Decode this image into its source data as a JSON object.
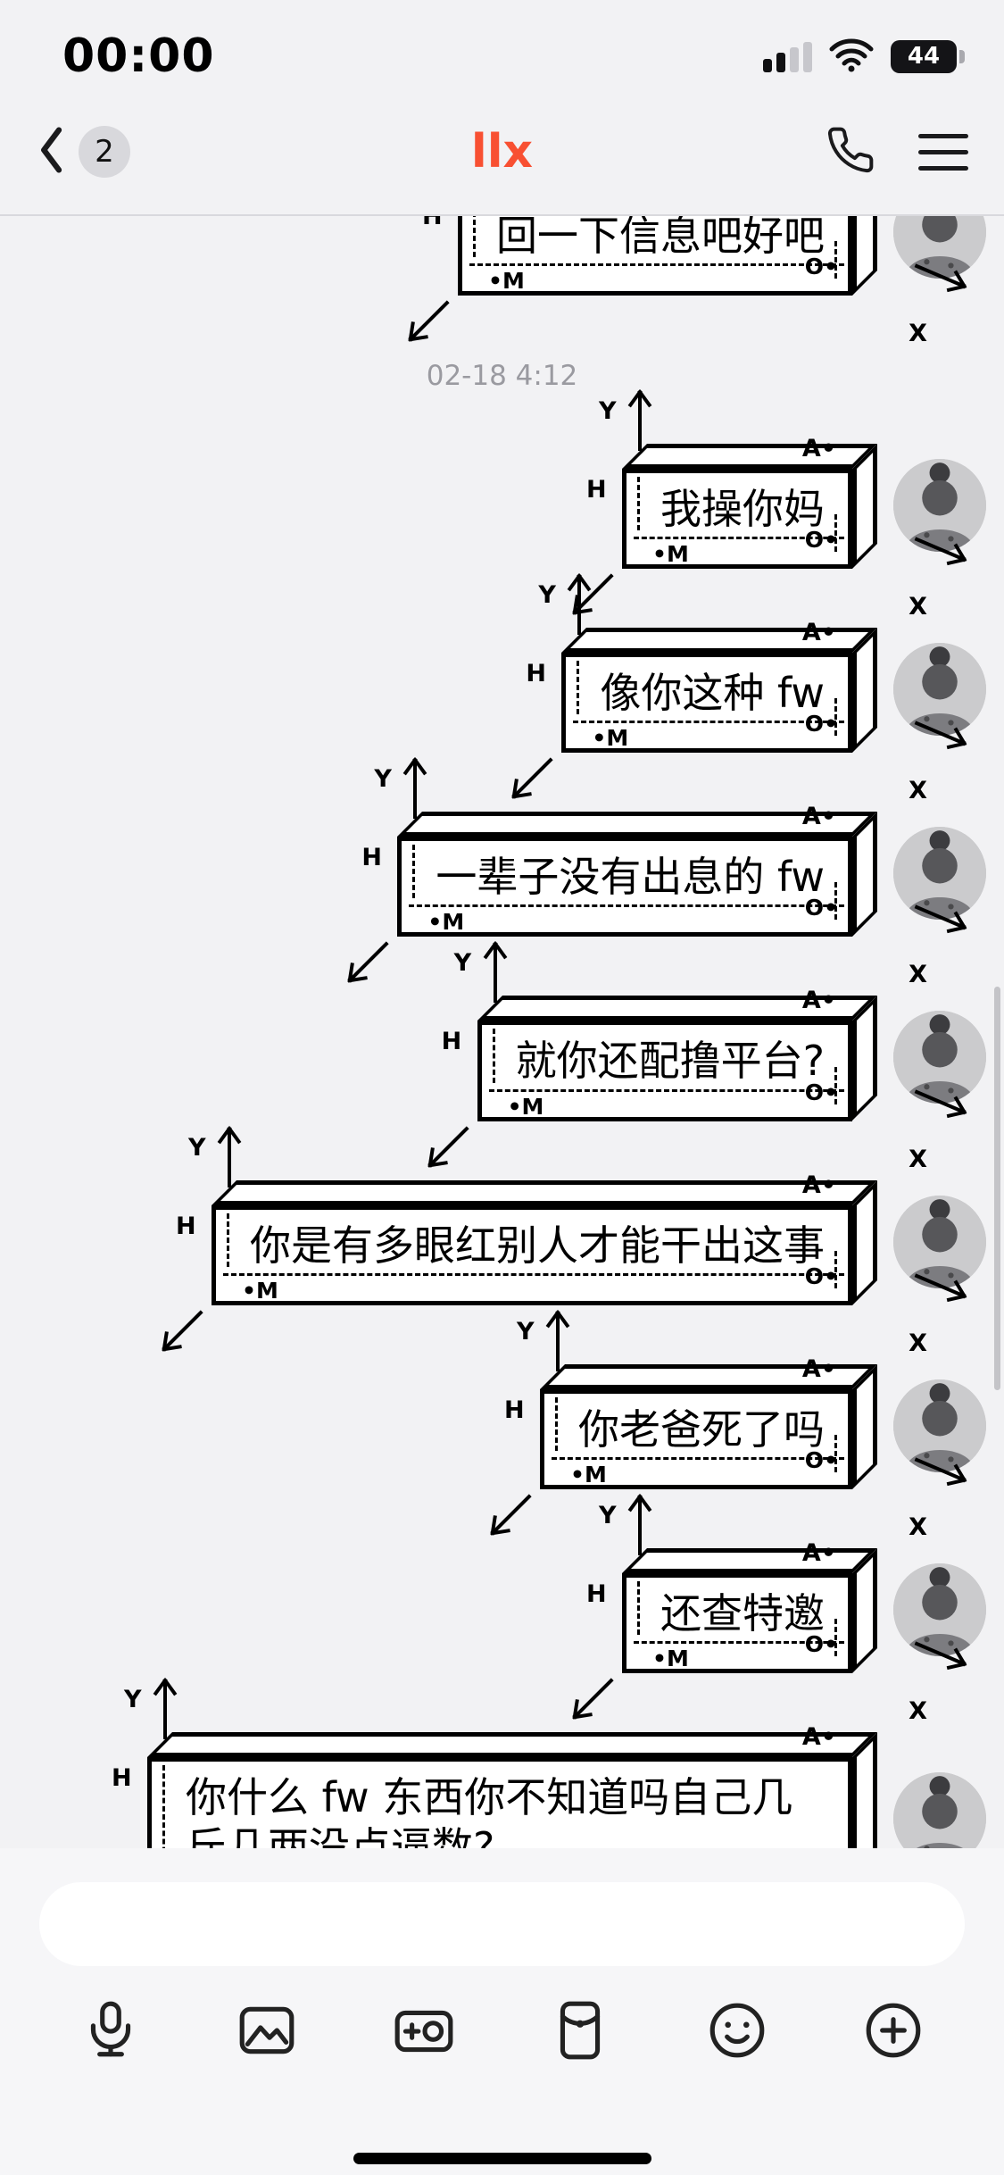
{
  "status_bar": {
    "time": "00:00",
    "battery": "44"
  },
  "nav": {
    "unread_count": "2",
    "title": "llx"
  },
  "chat": {
    "timestamp": "02-18 4:12",
    "messages": [
      {
        "text": "回一下信息吧好吧"
      },
      {
        "text": "我操你妈"
      },
      {
        "text": "像你这种 fw"
      },
      {
        "text": "一辈子没有出息的 fw"
      },
      {
        "text": "就你还配撸平台?"
      },
      {
        "text": "你是有多眼红别人才能干出这事"
      },
      {
        "text": "你老爸死了吗"
      },
      {
        "text": "还查特邀"
      },
      {
        "text": "你什么 fw 东西你不知道吗自己几斤几两没点逼数?"
      }
    ]
  },
  "bubble_axes": {
    "y": "Y",
    "a": "A•",
    "h": "H",
    "m": "•M",
    "o": "O•",
    "x": "X"
  },
  "composer": {
    "value": ""
  },
  "toolbar_icons": [
    "microphone-icon",
    "gallery-icon",
    "camera-plus-icon",
    "red-packet-icon",
    "emoji-icon",
    "plus-icon"
  ],
  "colors": {
    "title": "#f85032",
    "chat_background": "#f2f2f4",
    "bubble_fill": "#ffffff",
    "bubble_outline": "#000000"
  }
}
